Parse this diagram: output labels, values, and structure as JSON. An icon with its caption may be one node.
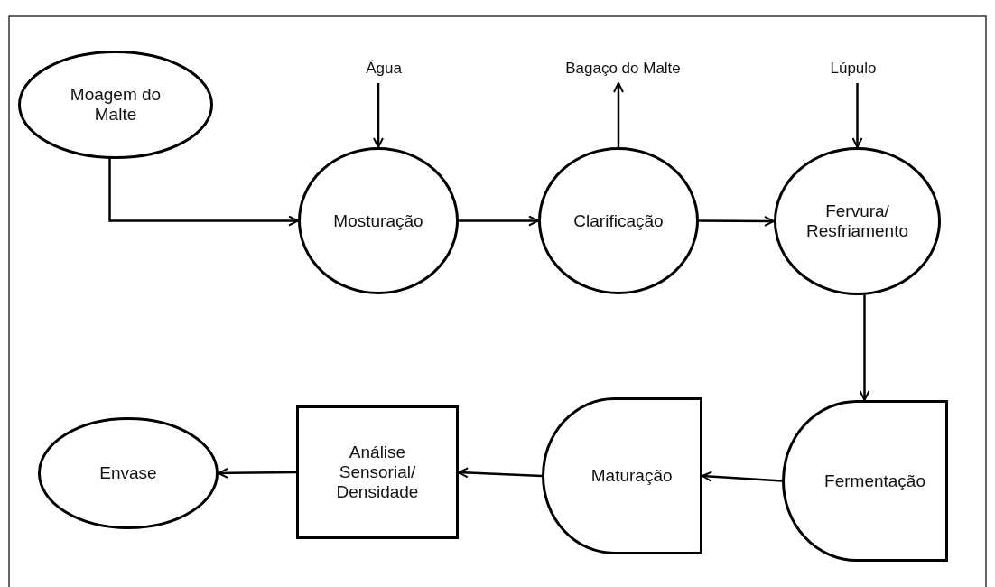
{
  "diagram": {
    "nodes": [
      {
        "text": [
          "Moagem do Malte"
        ]
      },
      {
        "text": [
          "Água"
        ]
      },
      {
        "text": [
          "Mosturação"
        ]
      },
      {
        "text": [
          "Bagaço do Malte"
        ]
      },
      {
        "text": [
          "Clarificação"
        ]
      },
      {
        "text": [
          "Lúpulo"
        ]
      },
      {
        "text": [
          "Fervura/ Resfriamento"
        ]
      },
      {
        "text": [
          "Fermentação"
        ]
      },
      {
        "text": [
          "Maturação"
        ]
      },
      {
        "text": [
          "Análise Sensorial/ Densidade"
        ]
      },
      {
        "text": [
          "Envase"
        ]
      }
    ],
    "edges": [
      {
        "from": 0,
        "to": 2,
        "arrow": "to"
      },
      {
        "from": 1,
        "to": 2,
        "arrow": "to"
      },
      {
        "from": 4,
        "to": 3,
        "arrow": "to"
      },
      {
        "from": 5,
        "to": 6,
        "arrow": "to"
      },
      {
        "from": 2,
        "to": 4,
        "arrow": "to"
      },
      {
        "from": 4,
        "to": 6,
        "arrow": "to"
      },
      {
        "from": 6,
        "to": 7,
        "arrow": "to"
      },
      {
        "from": 7,
        "to": 8,
        "arrow": "to"
      },
      {
        "from": 8,
        "to": 9,
        "arrow": "to"
      },
      {
        "from": 9,
        "to": 10,
        "arrow": "to"
      }
    ]
  }
}
